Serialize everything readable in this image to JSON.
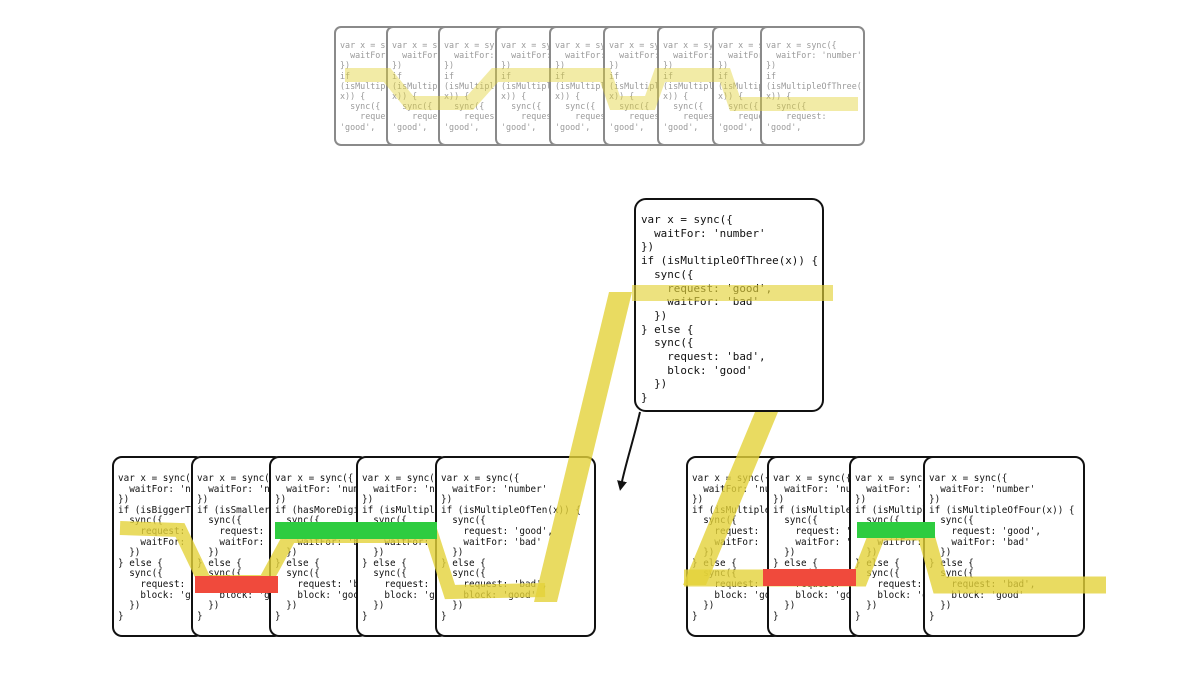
{
  "top_row": {
    "cards": [
      "var x = sync({\n  waitFor: 'number'\n})\nif\n(isMultipleOfThree(\nx)) {\n  sync({\n    request:\n'good',",
      "var x = sync({\n  waitFor: 'number'\n})\nif\n(isMultipleOfThree(\nx)) {\n  sync({\n    request:\n'good',",
      "var x = sync({\n  waitFor: 'number'\n})\nif\n(isMultipleOfThree(\nx)) {\n  sync({\n    request:\n'good',",
      "var x = sync({\n  waitFor: 'number'\n})\nif\n(isMultipleOfThree(\nx)) {\n  sync({\n    request:\n'good',",
      "var x = sync({\n  waitFor: 'number'\n})\nif\n(isMultipleOfThree(\nx)) {\n  sync({\n    request:\n'good',",
      "var x = sync({\n  waitFor: 'number'\n})\nif\n(isMultipleOfThree(\nx)) {\n  sync({\n    request:\n'good',",
      "var x = sync({\n  waitFor: 'number'\n})\nif\n(isMultipleOfThree(\nx)) {\n  sync({\n    request:\n'good',",
      "var x = sync({\n  waitFor: 'number'\n})\nif\n(isMultipleOfThree(\nx)) {\n  sync({\n    request:\n'good',",
      "var x = sync({\n  waitFor: 'number'\n})\nif\n(isMultipleOfThree(\nx)) {\n  sync({\n    request:\n'good',"
    ]
  },
  "focus_card": {
    "code": "var x = sync({\n  waitFor: 'number'\n})\nif (isMultipleOfThree(x)) {\n  sync({\n    request: 'good',\n    waitFor: 'bad'\n  })\n} else {\n  sync({\n    request: 'bad',\n    block: 'good'\n  })\n}"
  },
  "left_group": {
    "cards": [
      "var x = sync({\n  waitFor: 'number'\n})\nif (isBiggerThanTen(x)) {\n  sync({\n    request: 'good',\n    waitFor: 'bad'\n  })\n} else {\n  sync({\n    request: 'bad',\n    block: 'good'\n  })\n}",
      "var x = sync({\n  waitFor: 'number'\n})\nif (isSmaller(x)) {\n  sync({\n    request: 'good',\n    waitFor: 'bad'\n  })\n} else {\n  sync({\n    request: 'bad',\n    block: 'good'\n  })\n}",
      "var x = sync({\n  waitFor: 'number'\n})\nif (hasMoreDigits(x)) {\n  sync({\n    request: 'good',\n    waitFor: 'bad'\n  })\n} else {\n  sync({\n    request: 'bad',\n    block: 'good'\n  })\n}",
      "var x = sync({\n  waitFor: 'number'\n})\nif (isMultipleOfTen(x)) {\n  sync({\n    request: 'good',\n    waitFor: 'bad'\n  })\n} else {\n  sync({\n    request: 'bad',\n    block: 'good'\n  })\n}",
      "var x = sync({\n  waitFor: 'number'\n})\nif (isMultipleOfTen(x)) {\n  sync({\n    request: 'good',\n    waitFor: 'bad'\n  })\n} else {\n  sync({\n    request: 'bad',\n    block: 'good'\n  })\n}"
    ]
  },
  "right_group": {
    "cards": [
      "var x = sync({\n  waitFor: 'number'\n})\nif (isMultipleOfFour(x)) {\n  sync({\n    request: 'good',\n    waitFor: 'bad'\n  })\n} else {\n  sync({\n    request: 'bad',\n    block: 'good'\n  })\n}",
      "var x = sync({\n  waitFor: 'number'\n})\nif (isMultipleOfFour(x)) {\n  sync({\n    request: 'good',\n    waitFor: 'bad'\n  })\n} else {\n  sync({\n    request: 'bad',\n    block: 'good'\n  })\n}",
      "var x = sync({\n  waitFor: 'number'\n})\nif (isMultipleOfFour(x)) {\n  sync({\n    request: 'good',\n    waitFor: 'bad'\n  })\n} else {\n  sync({\n    request: 'bad',\n    block: 'good'\n  })\n}",
      "var x = sync({\n  waitFor: 'number'\n})\nif (isMultipleOfFour(x)) {\n  sync({\n    request: 'good',\n    waitFor: 'bad'\n  })\n} else {\n  sync({\n    request: 'bad',\n    block: 'good'\n  })\n}"
    ]
  },
  "colors": {
    "trace": "#e3d23a",
    "allow": "#2ecc40",
    "block": "#f04a3c",
    "card_border": "#111111",
    "faded_border": "#8a8a8a"
  }
}
